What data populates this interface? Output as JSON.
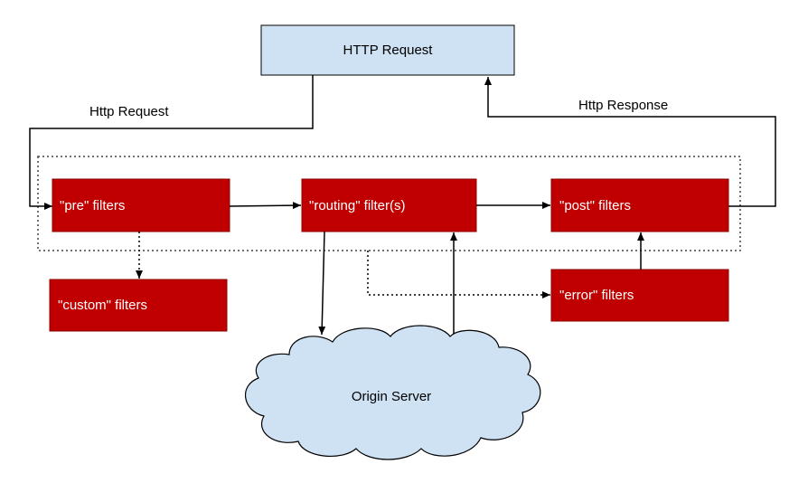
{
  "nodes": {
    "http_request": "HTTP Request",
    "pre_filters": "\"pre\" filters",
    "routing_filters": "\"routing\" filter(s)",
    "post_filters": "\"post\" filters",
    "custom_filters": "\"custom\" filters",
    "error_filters": "\"error\" filters",
    "origin_server": "Origin Server"
  },
  "edges": {
    "http_request_label": "Http Request",
    "http_response_label": "Http Response"
  },
  "colors": {
    "filter_fill": "#c00000",
    "filter_stroke": "#8b0000",
    "request_fill": "#cfe2f3",
    "cloud_fill": "#cfe2f3"
  }
}
